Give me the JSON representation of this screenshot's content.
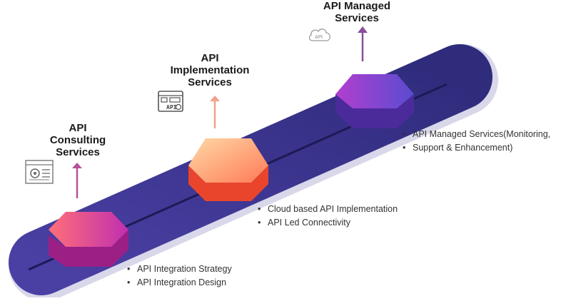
{
  "stages": [
    {
      "title_lines": [
        "API",
        "Consulting",
        "Services"
      ],
      "bullets": [
        "API Integration Strategy",
        "API Integration Design"
      ],
      "colors": {
        "top_left": "#ff6f78",
        "top_right": "#c02fb0",
        "side": "#c8389a",
        "side_dark": "#9c1f86",
        "arrow": "#b3539a"
      },
      "icon": "settings-code-icon"
    },
    {
      "title_lines": [
        "API",
        "Implementation",
        "Services"
      ],
      "bullets": [
        "Cloud based API Implementation",
        "API Led Connectivity"
      ],
      "colors": {
        "top_left": "#ffd9a8",
        "top_right": "#ff7a55",
        "side": "#f4603a",
        "side_dark": "#e8452c",
        "arrow": "#f2a08a"
      },
      "icon": "api-screen-icon"
    },
    {
      "title_lines": [
        "API Managed",
        "Services"
      ],
      "bullets": [
        "API Managed Services(Monitoring,",
        "Support & Enhancement)"
      ],
      "colors": {
        "top_left": "#b23fcf",
        "top_right": "#5a4bd0",
        "side": "#7a2fb5",
        "side_dark": "#4b2a9a",
        "arrow": "#8a4d9e"
      },
      "icon": "api-cloud-icon",
      "icon_text": "API"
    }
  ],
  "track": {
    "color": "#3d3a8f",
    "edge": "#2a2770",
    "line": "#1e1a55"
  }
}
